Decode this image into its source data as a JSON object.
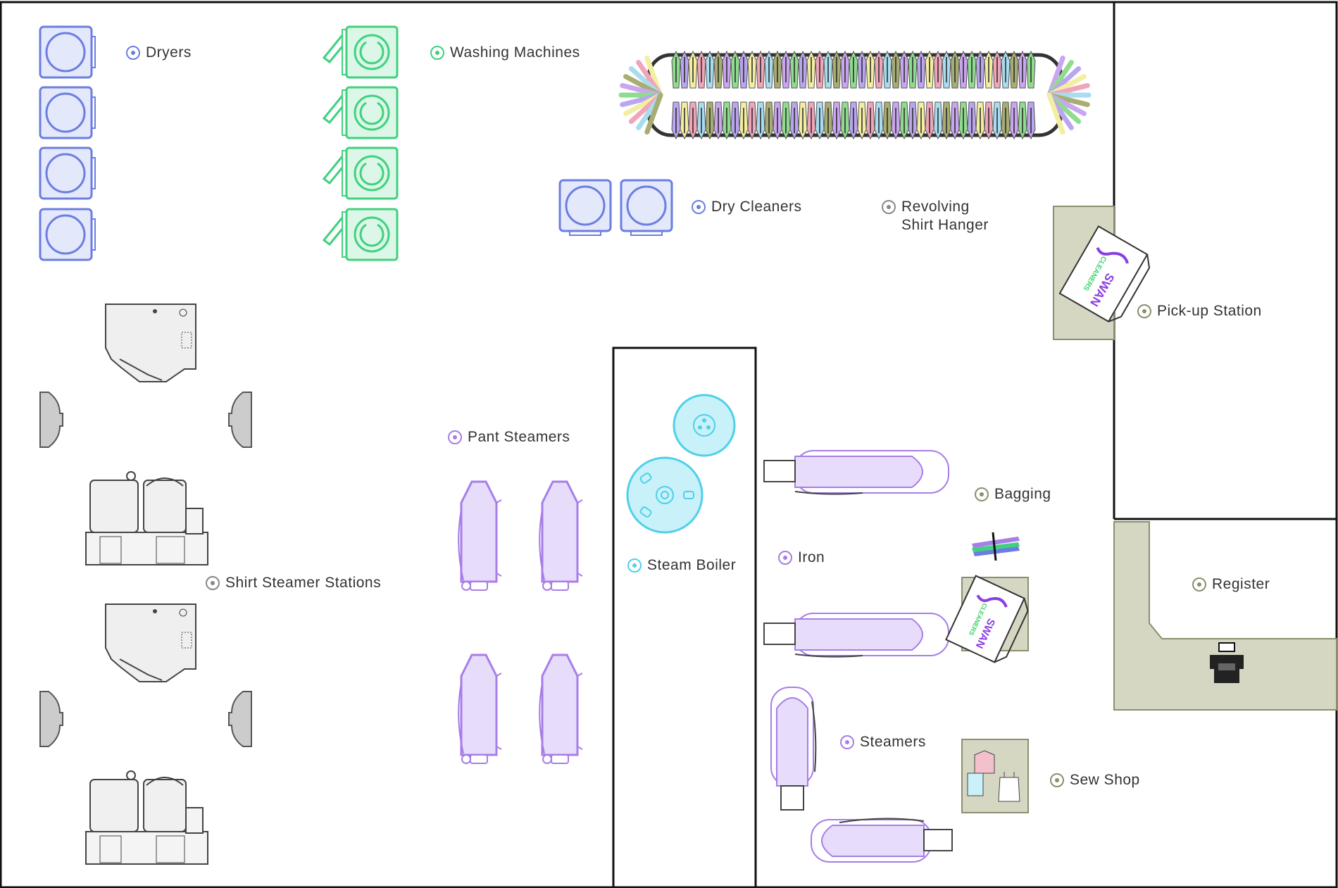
{
  "colors": {
    "blue": "#6b7ee0",
    "blue_fill": "#e4e8fb",
    "green": "#3fd17e",
    "green_fill": "#dcf7e7",
    "purple": "#a77de8",
    "purple_fill": "#e8dcfb",
    "cyan": "#4fd0e8",
    "cyan_fill": "#c8f1fa",
    "gray": "#888888",
    "olive": "#8a8f6e",
    "counter_fill": "#d6d7c3",
    "brand_purple": "#8a3fe0",
    "brand_green": "#39d36a"
  },
  "labels": {
    "dryers": "Dryers",
    "washing_machines": "Washing Machines",
    "dry_cleaners": "Dry Cleaners",
    "revolving_line1": "Revolving",
    "revolving_line2": "Shirt Hanger",
    "pickup_station": "Pick-up Station",
    "pant_steamers": "Pant Steamers",
    "steam_boiler": "Steam Boiler",
    "iron": "Iron",
    "bagging": "Bagging",
    "register": "Register",
    "shirt_steamer_stations": "Shirt Steamer Stations",
    "steamers": "Steamers",
    "sew_shop": "Sew Shop"
  },
  "brand": {
    "line1": "SWAN",
    "line2": "CLEANERS"
  }
}
